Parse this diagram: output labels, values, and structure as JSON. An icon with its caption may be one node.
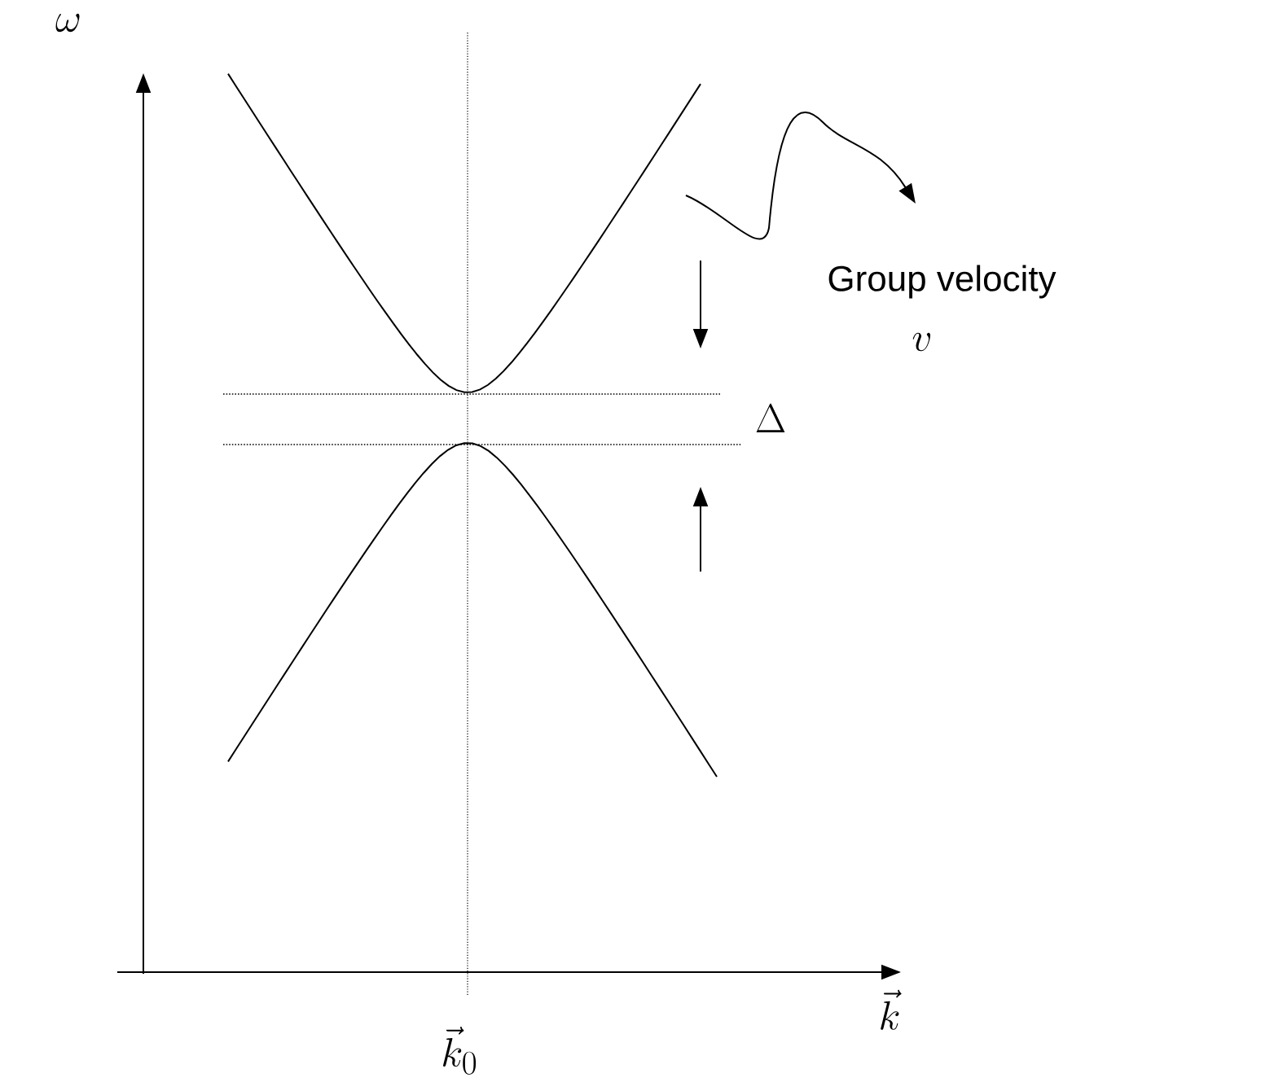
{
  "diagram": {
    "labels": [
      "\\omega",
      "Group velocity",
      "v",
      "\\Delta",
      "\\vec{k}",
      "\\vec{k}_0"
    ]
  }
}
